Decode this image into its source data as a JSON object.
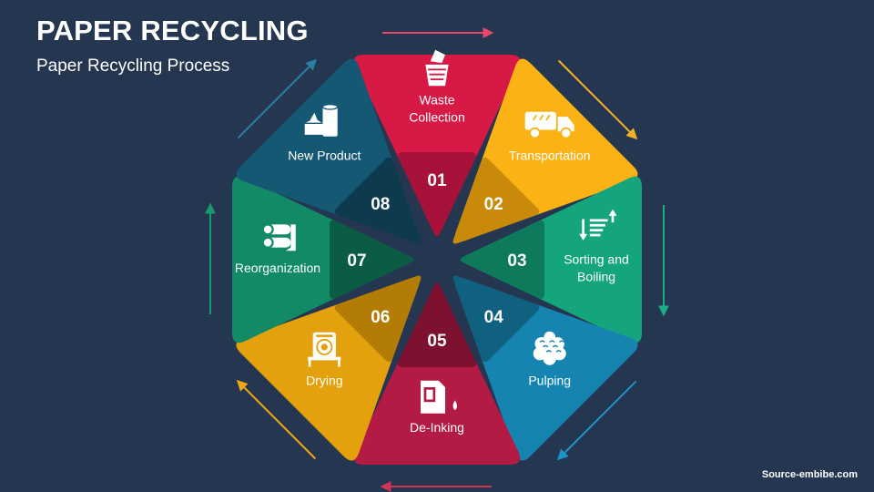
{
  "title": "PAPER RECYCLING",
  "subtitle": "Paper Recycling Process",
  "source": "Source-embibe.com",
  "steps": [
    {
      "number": "01",
      "label_lines": [
        "Waste",
        "Collection"
      ],
      "color": "#d61a45",
      "dark": "#a8123a",
      "icon": "wastebasket-icon"
    },
    {
      "number": "02",
      "label_lines": [
        "Transportation"
      ],
      "color": "#fbb215",
      "dark": "#c98a0a",
      "icon": "garbage-truck-icon"
    },
    {
      "number": "03",
      "label_lines": [
        "Sorting and",
        "Boiling"
      ],
      "color": "#14a57d",
      "dark": "#0c7a5b",
      "icon": "sort-icon"
    },
    {
      "number": "04",
      "label_lines": [
        "Pulping"
      ],
      "color": "#1584b0",
      "dark": "#10607f",
      "icon": "pulp-icon"
    },
    {
      "number": "05",
      "label_lines": [
        "De-Inking"
      ],
      "color": "#b31b44",
      "dark": "#7e1030",
      "icon": "ink-cartridge-icon"
    },
    {
      "number": "06",
      "label_lines": [
        "Drying"
      ],
      "color": "#e3a10d",
      "dark": "#b37c05",
      "icon": "dryer-icon"
    },
    {
      "number": "07",
      "label_lines": [
        "Reorganization"
      ],
      "color": "#128a66",
      "dark": "#0a5c44",
      "icon": "paper-rollers-icon"
    },
    {
      "number": "08",
      "label_lines": [
        "New Product"
      ],
      "color": "#155873",
      "dark": "#0d3a4d",
      "icon": "paper-products-icon"
    }
  ],
  "arrow_colors": [
    "#e8476b",
    "#f6b22a",
    "#1aae84",
    "#1c93c6",
    "#d03654",
    "#f0a915",
    "#18996f",
    "#2a7ea3"
  ]
}
